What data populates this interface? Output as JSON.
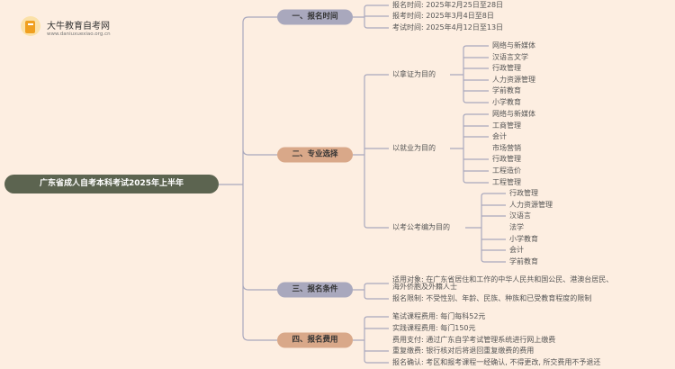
{
  "logo": {
    "name": "大牛教育自考网",
    "url": "www.daniuxuexiao.org.cn"
  },
  "root": "广东省成人自考本科考试2025年上半年",
  "branches": [
    {
      "label": "一、报名时间",
      "items": [
        "报名时间: 2025年2月25日至28日",
        "报考时间: 2025年3月4日至8日",
        "考试时间: 2025年4月12日至13日"
      ]
    },
    {
      "label": "二、专业选择",
      "groups": [
        {
          "label": "以拿证为目的",
          "items": [
            "网络与新媒体",
            "汉语言文学",
            "行政管理",
            "人力资源管理",
            "学前教育",
            "小学教育"
          ]
        },
        {
          "label": "以就业为目的",
          "items": [
            "网络与新媒体",
            "工商管理",
            "会计",
            "市场营销",
            "行政管理",
            "工程造价",
            "工程管理"
          ]
        },
        {
          "label": "以考公考编为目的",
          "items": [
            "行政管理",
            "人力资源管理",
            "汉语言",
            "法学",
            "小学教育",
            "会计",
            "学前教育"
          ]
        }
      ]
    },
    {
      "label": "三、报名条件",
      "items": [
        "适用对象: 在广东省居住和工作的中华人民共和国公民、港澳台居民、",
        "海外侨胞及外籍人士",
        "报名限制: 不受性别、年龄、民族、种族和已受教育程度的限制"
      ]
    },
    {
      "label": "四、报名费用",
      "items": [
        "笔试课程费用: 每门每科52元",
        "实践课程费用: 每门150元",
        "费用支付: 通过广东自学考试管理系统进行网上缴费",
        "重复缴费: 银行核对后将退回重复缴费的费用",
        "报名确认: 考区和报考课程一经确认, 不得更改, 所交费用不予退还"
      ]
    }
  ]
}
